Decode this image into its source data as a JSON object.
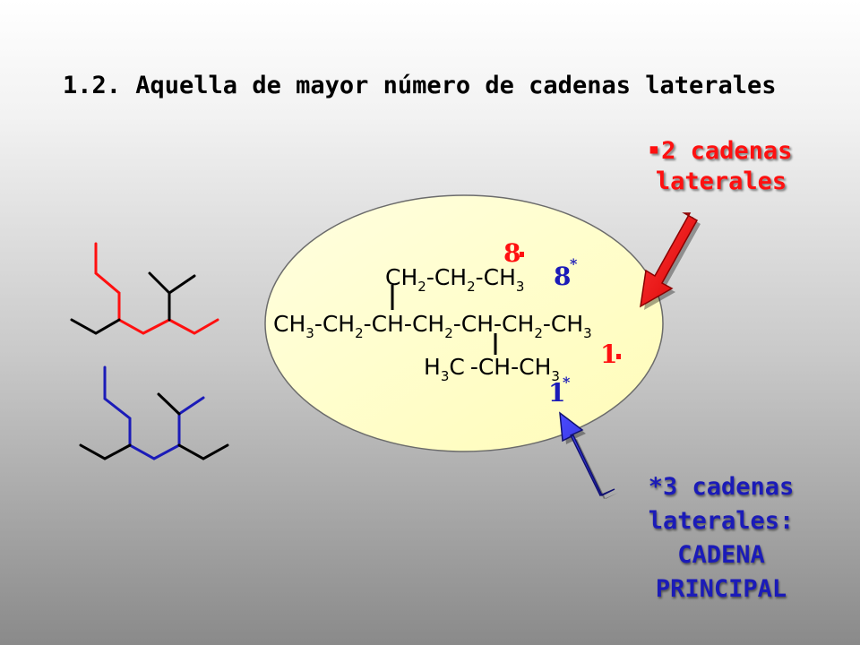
{
  "title": "1.2. Aquella de mayor número de cadenas laterales",
  "formula": {
    "upper_branch": [
      "CH",
      "2",
      "-CH",
      "2",
      "-CH",
      "3"
    ],
    "main_chain": [
      "CH",
      "3",
      "-CH",
      "2",
      "-CH-CH",
      "2",
      "-CH-CH",
      "2",
      "-CH",
      "3"
    ],
    "lower_branch": [
      "H",
      "3",
      "C",
      "-CH-CH",
      "3"
    ]
  },
  "labels": {
    "red_8": "8",
    "blue_8": "8",
    "red_1": "1",
    "blue_1": "1",
    "star": "*"
  },
  "notes": {
    "red_bullet": "■",
    "red_line1": "2 cadenas",
    "red_line2": "laterales",
    "blue_line1": "*3 cadenas",
    "blue_line2": "laterales:",
    "blue_line3": "CADENA",
    "blue_line4": "PRINCIPAL"
  },
  "colors": {
    "red": "#ff1010",
    "blue": "#1b1bb8",
    "ellipse_fill": "#ffffc4",
    "skeleton_black": "#000000"
  }
}
